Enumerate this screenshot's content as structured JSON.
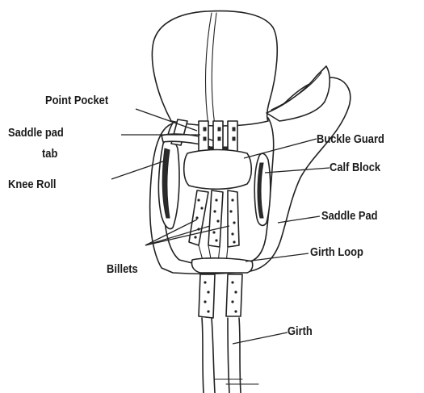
{
  "labels": {
    "point_pocket": "Point Pocket",
    "saddle_pad_tab_line1": "Saddle pad",
    "saddle_pad_tab_line2": "tab",
    "knee_roll": "Knee Roll",
    "buckle_guard": "Buckle Guard",
    "calf_block": "Calf Block",
    "saddle_pad": "Saddle Pad",
    "girth_loop": "Girth Loop",
    "billets": "Billets",
    "girth": "Girth"
  }
}
